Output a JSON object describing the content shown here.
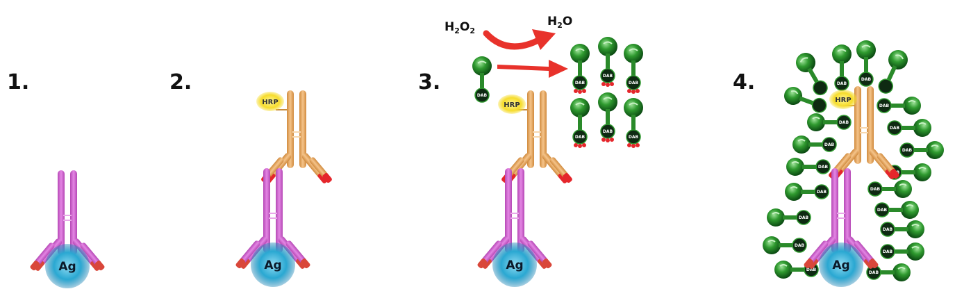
{
  "steps": [
    {
      "label": "1."
    },
    {
      "label": "2."
    },
    {
      "label": "3."
    },
    {
      "label": "4."
    }
  ],
  "antigen_label": "Ag",
  "enzyme_label": "HRP",
  "reaction": {
    "substrate_main": "H",
    "substrate_sub1": "2",
    "substrate_mid": "O",
    "substrate_sub2": "2",
    "product_main": "H",
    "product_sub": "2",
    "product_end": "O"
  },
  "chromogen_label": "DAB",
  "colors": {
    "primary_antibody": "#c455c4",
    "primary_tip": "#d9473a",
    "secondary_antibody": "#e3a35d",
    "secondary_tip": "#e5262b",
    "antigen": "#29a6cf",
    "hrp": "#f5e03a",
    "arrow": "#e8322b",
    "chromogen": "#2d8a2d"
  }
}
